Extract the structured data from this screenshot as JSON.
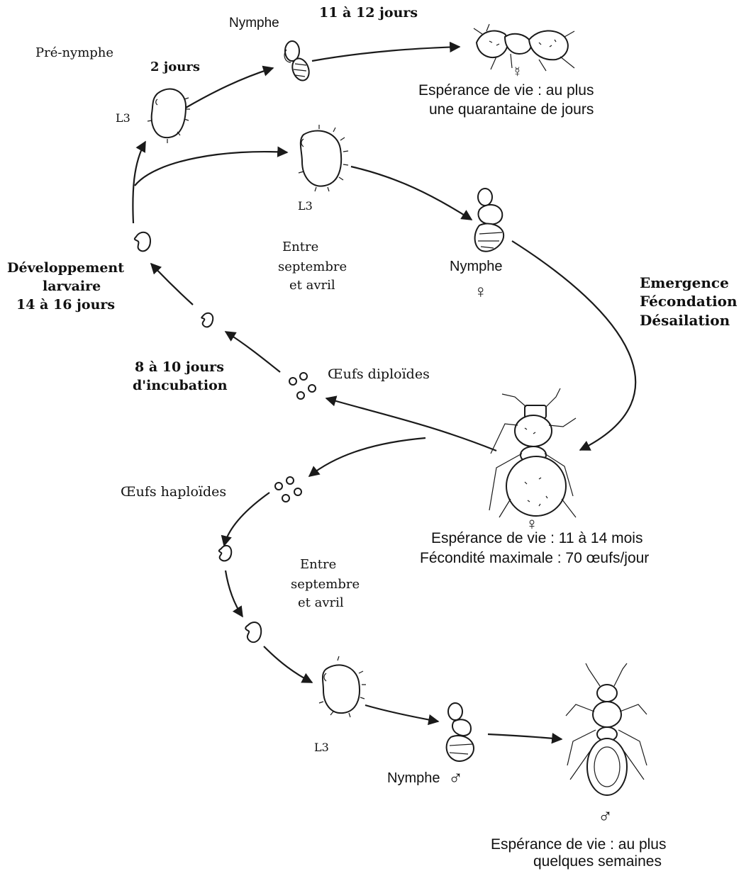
{
  "labels": {
    "nymph_worker": "Nymphe",
    "days_11_12": "11 à 12 jours",
    "prenymph": "Pré-nymphe",
    "days_2": "2 jours",
    "life_worker_1": "Espérance de vie : au plus",
    "life_worker_2": "une quarantaine de  jours",
    "l3_top": "L3",
    "l3_mid": "L3",
    "entre1_a": "Entre",
    "entre1_b": "septembre",
    "entre1_c": "et avril",
    "nymph_female": "Nymphe",
    "dev_1": "Développement",
    "dev_2": "larvaire",
    "dev_3": "14 à 16 jours",
    "emergence": "Emergence",
    "fecondation": "Fécondation",
    "desailation": "Désailation",
    "incub_1": "8 à 10 jours",
    "incub_2": "d'incubation",
    "eggs_diploid": "Œufs diploïdes",
    "eggs_haploid": "Œufs haploïdes",
    "life_queen_1": "Espérance de vie : 11 à 14 mois",
    "life_queen_2": "Fécondité maximale : 70 œufs/jour",
    "entre2_a": "Entre",
    "entre2_b": "septembre",
    "entre2_c": "et avril",
    "l3_bottom": "L3",
    "nymph_male": "Nymphe",
    "life_male_1": "Espérance de vie : au plus",
    "life_male_2": "quelques semaines"
  },
  "symbols": {
    "worker": "☿",
    "female": "♀",
    "male": "♂"
  }
}
